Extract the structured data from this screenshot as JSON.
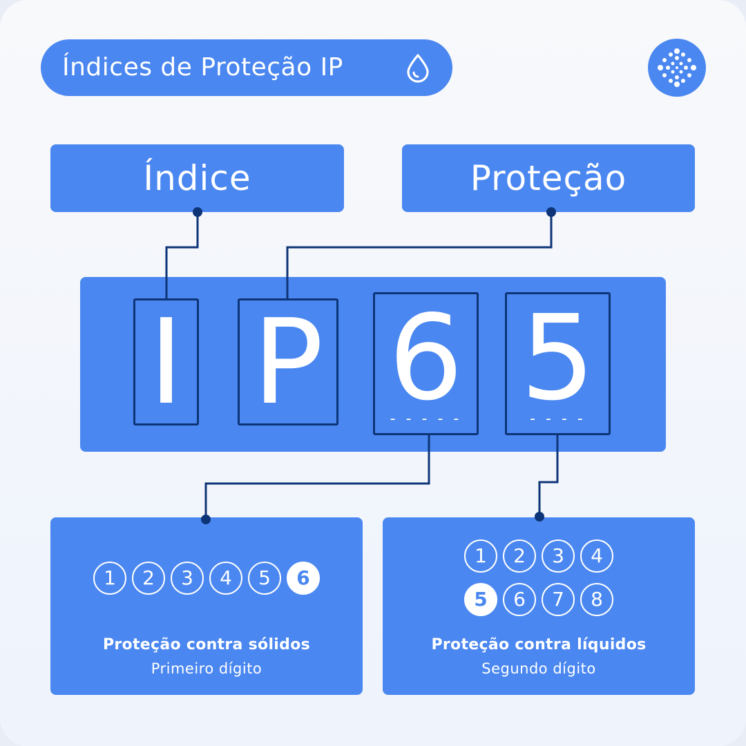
{
  "header": {
    "title": "Índices de Proteção IP",
    "drop_icon": "water-drop-icon",
    "logo_icon": "dotted-sphere-logo"
  },
  "labels": {
    "indice": "Índice",
    "protecao": "Proteção"
  },
  "code": {
    "letters": [
      "I",
      "P",
      "6",
      "5"
    ],
    "dashes_first": "- - - - -",
    "dashes_second": "- - - -"
  },
  "solids": {
    "options": [
      "1",
      "2",
      "3",
      "4",
      "5",
      "6"
    ],
    "selected": "6",
    "title": "Proteção contra sólidos",
    "subtitle": "Primeiro dígito"
  },
  "liquids": {
    "options_row1": [
      "1",
      "2",
      "3",
      "4"
    ],
    "options_row2": [
      "5",
      "6",
      "7",
      "8"
    ],
    "selected": "5",
    "title": "Proteção contra líquidos",
    "subtitle": "Segundo dígito"
  },
  "colors": {
    "accent": "#4a87f0",
    "line": "#0d3477",
    "background": "#f4f7fc"
  }
}
